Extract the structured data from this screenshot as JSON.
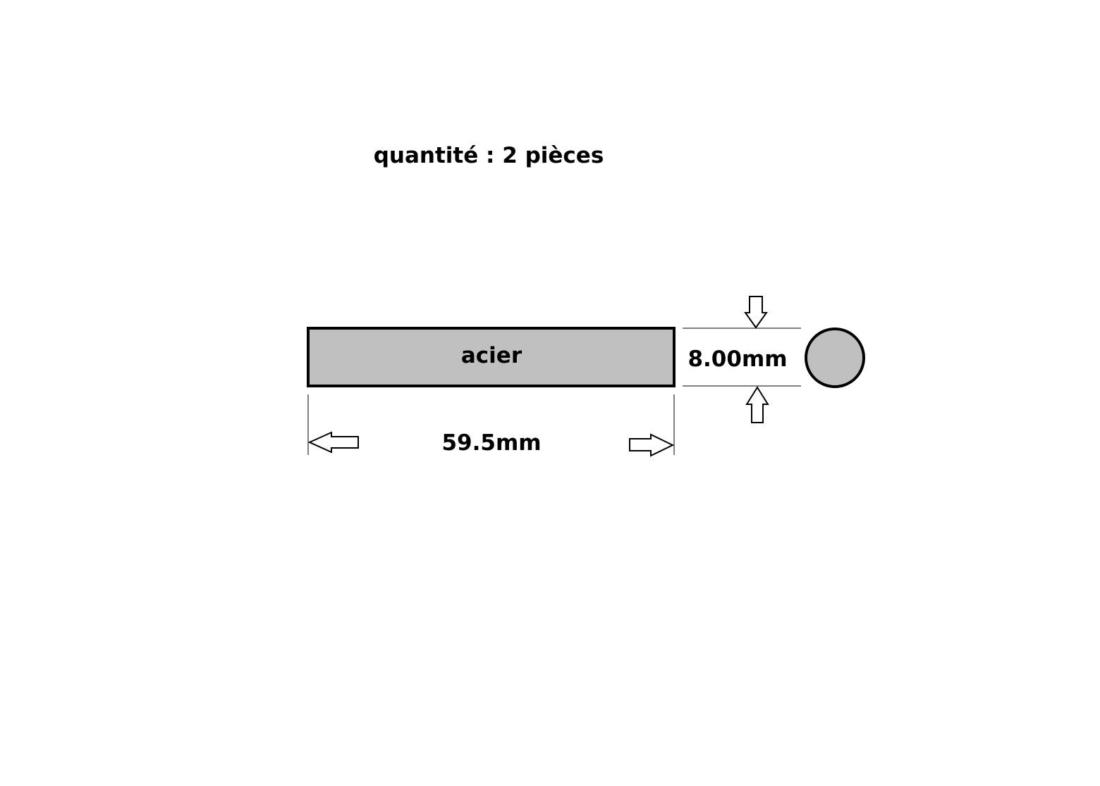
{
  "drawing": {
    "quantity_label": "quantité : 2 pièces",
    "material_label": "acier",
    "length_label": "59.5mm",
    "diameter_label": "8.00mm"
  },
  "colors": {
    "part_fill": "#c0c0c0",
    "outline": "#000000",
    "background": "#ffffff"
  }
}
